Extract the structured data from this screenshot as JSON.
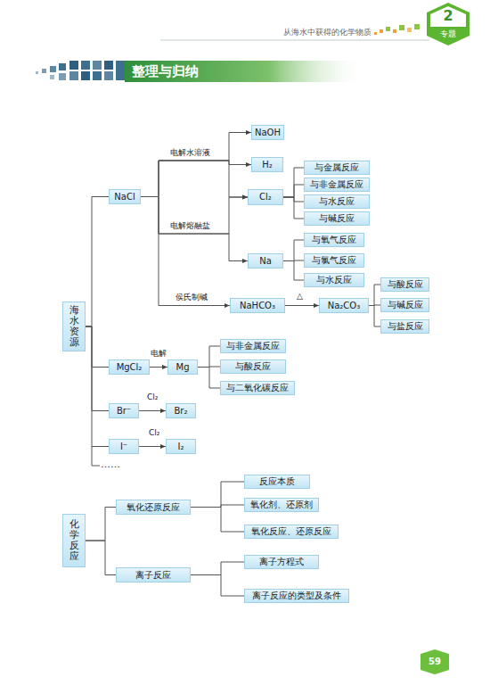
{
  "diagram": {
    "title": "整理与归纳",
    "nodes": [
      {
        "text": [
          "海水资源"
        ]
      },
      {
        "text": [
          "NaCl"
        ]
      },
      {
        "text": [
          "NaOH"
        ]
      },
      {
        "text": [
          "H₂"
        ]
      },
      {
        "text": [
          "Cl₂"
        ]
      },
      {
        "text": [
          "与金属反应"
        ]
      },
      {
        "text": [
          "与非金属反应"
        ]
      },
      {
        "text": [
          "与水反应"
        ]
      },
      {
        "text": [
          "与碱反应"
        ]
      },
      {
        "text": [
          "Na"
        ]
      },
      {
        "text": [
          "与氧气反应"
        ]
      },
      {
        "text": [
          "与氯气反应"
        ]
      },
      {
        "text": [
          "与水反应"
        ]
      },
      {
        "text": [
          "NaHCO₃"
        ]
      },
      {
        "text": [
          "Na₂CO₃"
        ]
      },
      {
        "text": [
          "与酸反应"
        ]
      },
      {
        "text": [
          "与碱反应"
        ]
      },
      {
        "text": [
          "与盐反应"
        ]
      },
      {
        "text": [
          "MgCl₂"
        ]
      },
      {
        "text": [
          "Mg"
        ]
      },
      {
        "text": [
          "与非金属反应"
        ]
      },
      {
        "text": [
          "与酸反应"
        ]
      },
      {
        "text": [
          "与二氧化碳反应"
        ]
      },
      {
        "text": [
          "Br⁻"
        ]
      },
      {
        "text": [
          "Br₂"
        ]
      },
      {
        "text": [
          "I⁻"
        ]
      },
      {
        "text": [
          "I₂"
        ]
      },
      {
        "text": [
          "化学反应"
        ]
      },
      {
        "text": [
          "氧化还原反应"
        ]
      },
      {
        "text": [
          "反应本质"
        ]
      },
      {
        "text": [
          "氧化剂、还原剂"
        ]
      },
      {
        "text": [
          "氧化反应、还原反应"
        ]
      },
      {
        "text": [
          "离子反应"
        ]
      },
      {
        "text": [
          "离子方程式"
        ]
      },
      {
        "text": [
          "离子反应的类型及条件"
        ]
      }
    ],
    "edges": [
      {
        "from": 0,
        "to": 1,
        "arrow": "none"
      },
      {
        "from": 0,
        "to": 18,
        "arrow": "none"
      },
      {
        "from": 0,
        "to": 23,
        "arrow": "none"
      },
      {
        "from": 0,
        "to": 25,
        "arrow": "none"
      },
      {
        "from": 1,
        "to": 2,
        "arrow": "to"
      },
      {
        "from": 1,
        "to": 3,
        "label": "电解水溶液",
        "arrow": "to"
      },
      {
        "from": 1,
        "to": 4,
        "arrow": "to"
      },
      {
        "from": 1,
        "to": 4,
        "arrow": "to"
      },
      {
        "from": 1,
        "to": 9,
        "label": "电解熔融盐",
        "arrow": "to"
      },
      {
        "from": 1,
        "to": 13,
        "label": "侯氏制碱",
        "arrow": "to"
      },
      {
        "from": 13,
        "to": 14,
        "label": "△",
        "arrow": "to"
      },
      {
        "from": 4,
        "to": 5,
        "arrow": "none"
      },
      {
        "from": 4,
        "to": 6,
        "arrow": "none"
      },
      {
        "from": 4,
        "to": 7,
        "arrow": "none"
      },
      {
        "from": 4,
        "to": 8,
        "arrow": "none"
      },
      {
        "from": 9,
        "to": 10,
        "arrow": "none"
      },
      {
        "from": 9,
        "to": 11,
        "arrow": "none"
      },
      {
        "from": 9,
        "to": 12,
        "arrow": "none"
      },
      {
        "from": 14,
        "to": 15,
        "arrow": "none"
      },
      {
        "from": 14,
        "to": 16,
        "arrow": "none"
      },
      {
        "from": 14,
        "to": 17,
        "arrow": "none"
      },
      {
        "from": 18,
        "to": 19,
        "label": "电解",
        "arrow": "to"
      },
      {
        "from": 19,
        "to": 20,
        "arrow": "none"
      },
      {
        "from": 19,
        "to": 21,
        "arrow": "none"
      },
      {
        "from": 19,
        "to": 22,
        "arrow": "none"
      },
      {
        "from": 23,
        "to": 24,
        "label": "Cl₂",
        "arrow": "to"
      },
      {
        "from": 25,
        "to": 26,
        "label": "Cl₂",
        "arrow": "to"
      },
      {
        "from": 27,
        "to": 28,
        "arrow": "none"
      },
      {
        "from": 27,
        "to": 32,
        "arrow": "none"
      },
      {
        "from": 28,
        "to": 29,
        "arrow": "none"
      },
      {
        "from": 28,
        "to": 30,
        "arrow": "none"
      },
      {
        "from": 28,
        "to": 31,
        "arrow": "none"
      },
      {
        "from": 32,
        "to": 33,
        "arrow": "none"
      },
      {
        "from": 32,
        "to": 34,
        "arrow": "none"
      }
    ],
    "labels": [
      "从海水中获得的化学物质",
      "2",
      "专题",
      "……",
      "59"
    ]
  }
}
